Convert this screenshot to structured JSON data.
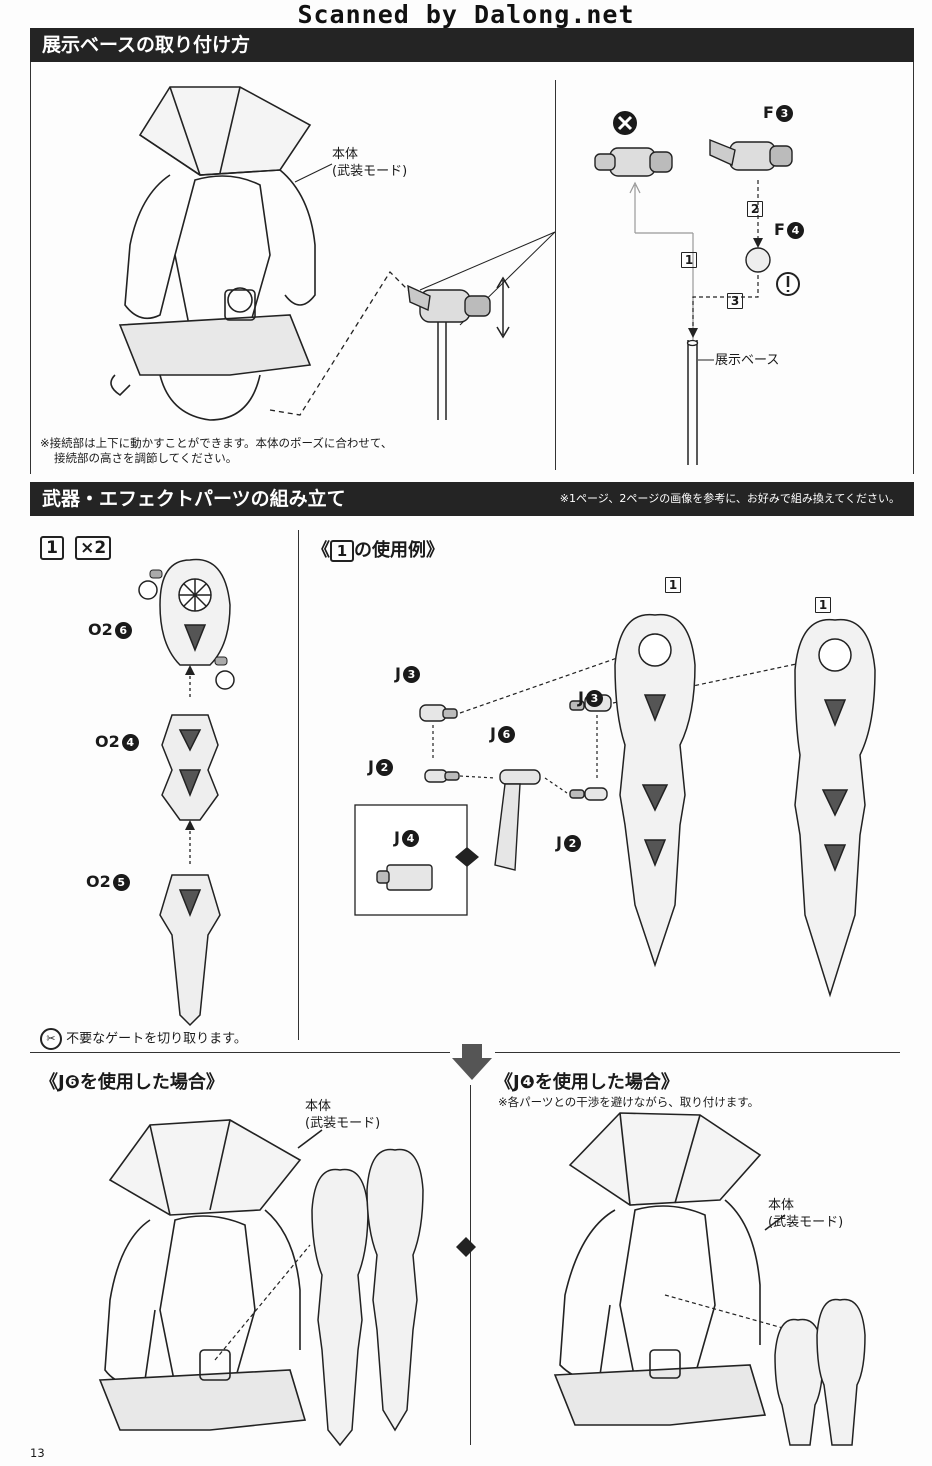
{
  "watermark": "Scanned by Dalong.net",
  "section1": {
    "title": "展示ベースの取り付け方",
    "body_label": [
      "本体",
      "(武装モード)"
    ],
    "base_label": "展示ベース",
    "part_F": "F",
    "num_F3": "3",
    "num_F4": "4",
    "step1": "1",
    "step2": "2",
    "step3": "3",
    "note_line1": "※接続部は上下に動かすことができます。本体のポーズに合わせて、",
    "note_line2": "接続部の高さを調節してください。"
  },
  "section2": {
    "title": "武器・エフェクトパーツの組み立て",
    "note": "※1ページ、2ページの画像を参考に、お好みで組み換えてください。",
    "step_num": "1",
    "multiplier": "×2",
    "parts": [
      {
        "letters": "O2",
        "num": "6"
      },
      {
        "letters": "O2",
        "num": "4"
      },
      {
        "letters": "O2",
        "num": "5"
      }
    ],
    "usage_title_pre": "《",
    "usage_box": "1",
    "usage_title_post": "の使用例》",
    "j_parts": [
      {
        "letters": "J",
        "num": "3"
      },
      {
        "letters": "J",
        "num": "2"
      },
      {
        "letters": "J",
        "num": "6"
      },
      {
        "letters": "J",
        "num": "3"
      },
      {
        "letters": "J",
        "num": "2"
      },
      {
        "letters": "J",
        "num": "4"
      }
    ],
    "weapon_box1": "1",
    "weapon_box2": "1",
    "gate_note": "不要なゲートを切り取ります。"
  },
  "section3": {
    "left_title": "《J❻を使用した場合》",
    "right_title": "《J❹を使用した場合》",
    "right_note": "※各パーツとの干渉を避けながら、取り付けます。",
    "left_body_label": [
      "本体",
      "(武装モード)"
    ],
    "right_body_label": [
      "本体",
      "(武装モード)"
    ]
  },
  "page_number": "13"
}
